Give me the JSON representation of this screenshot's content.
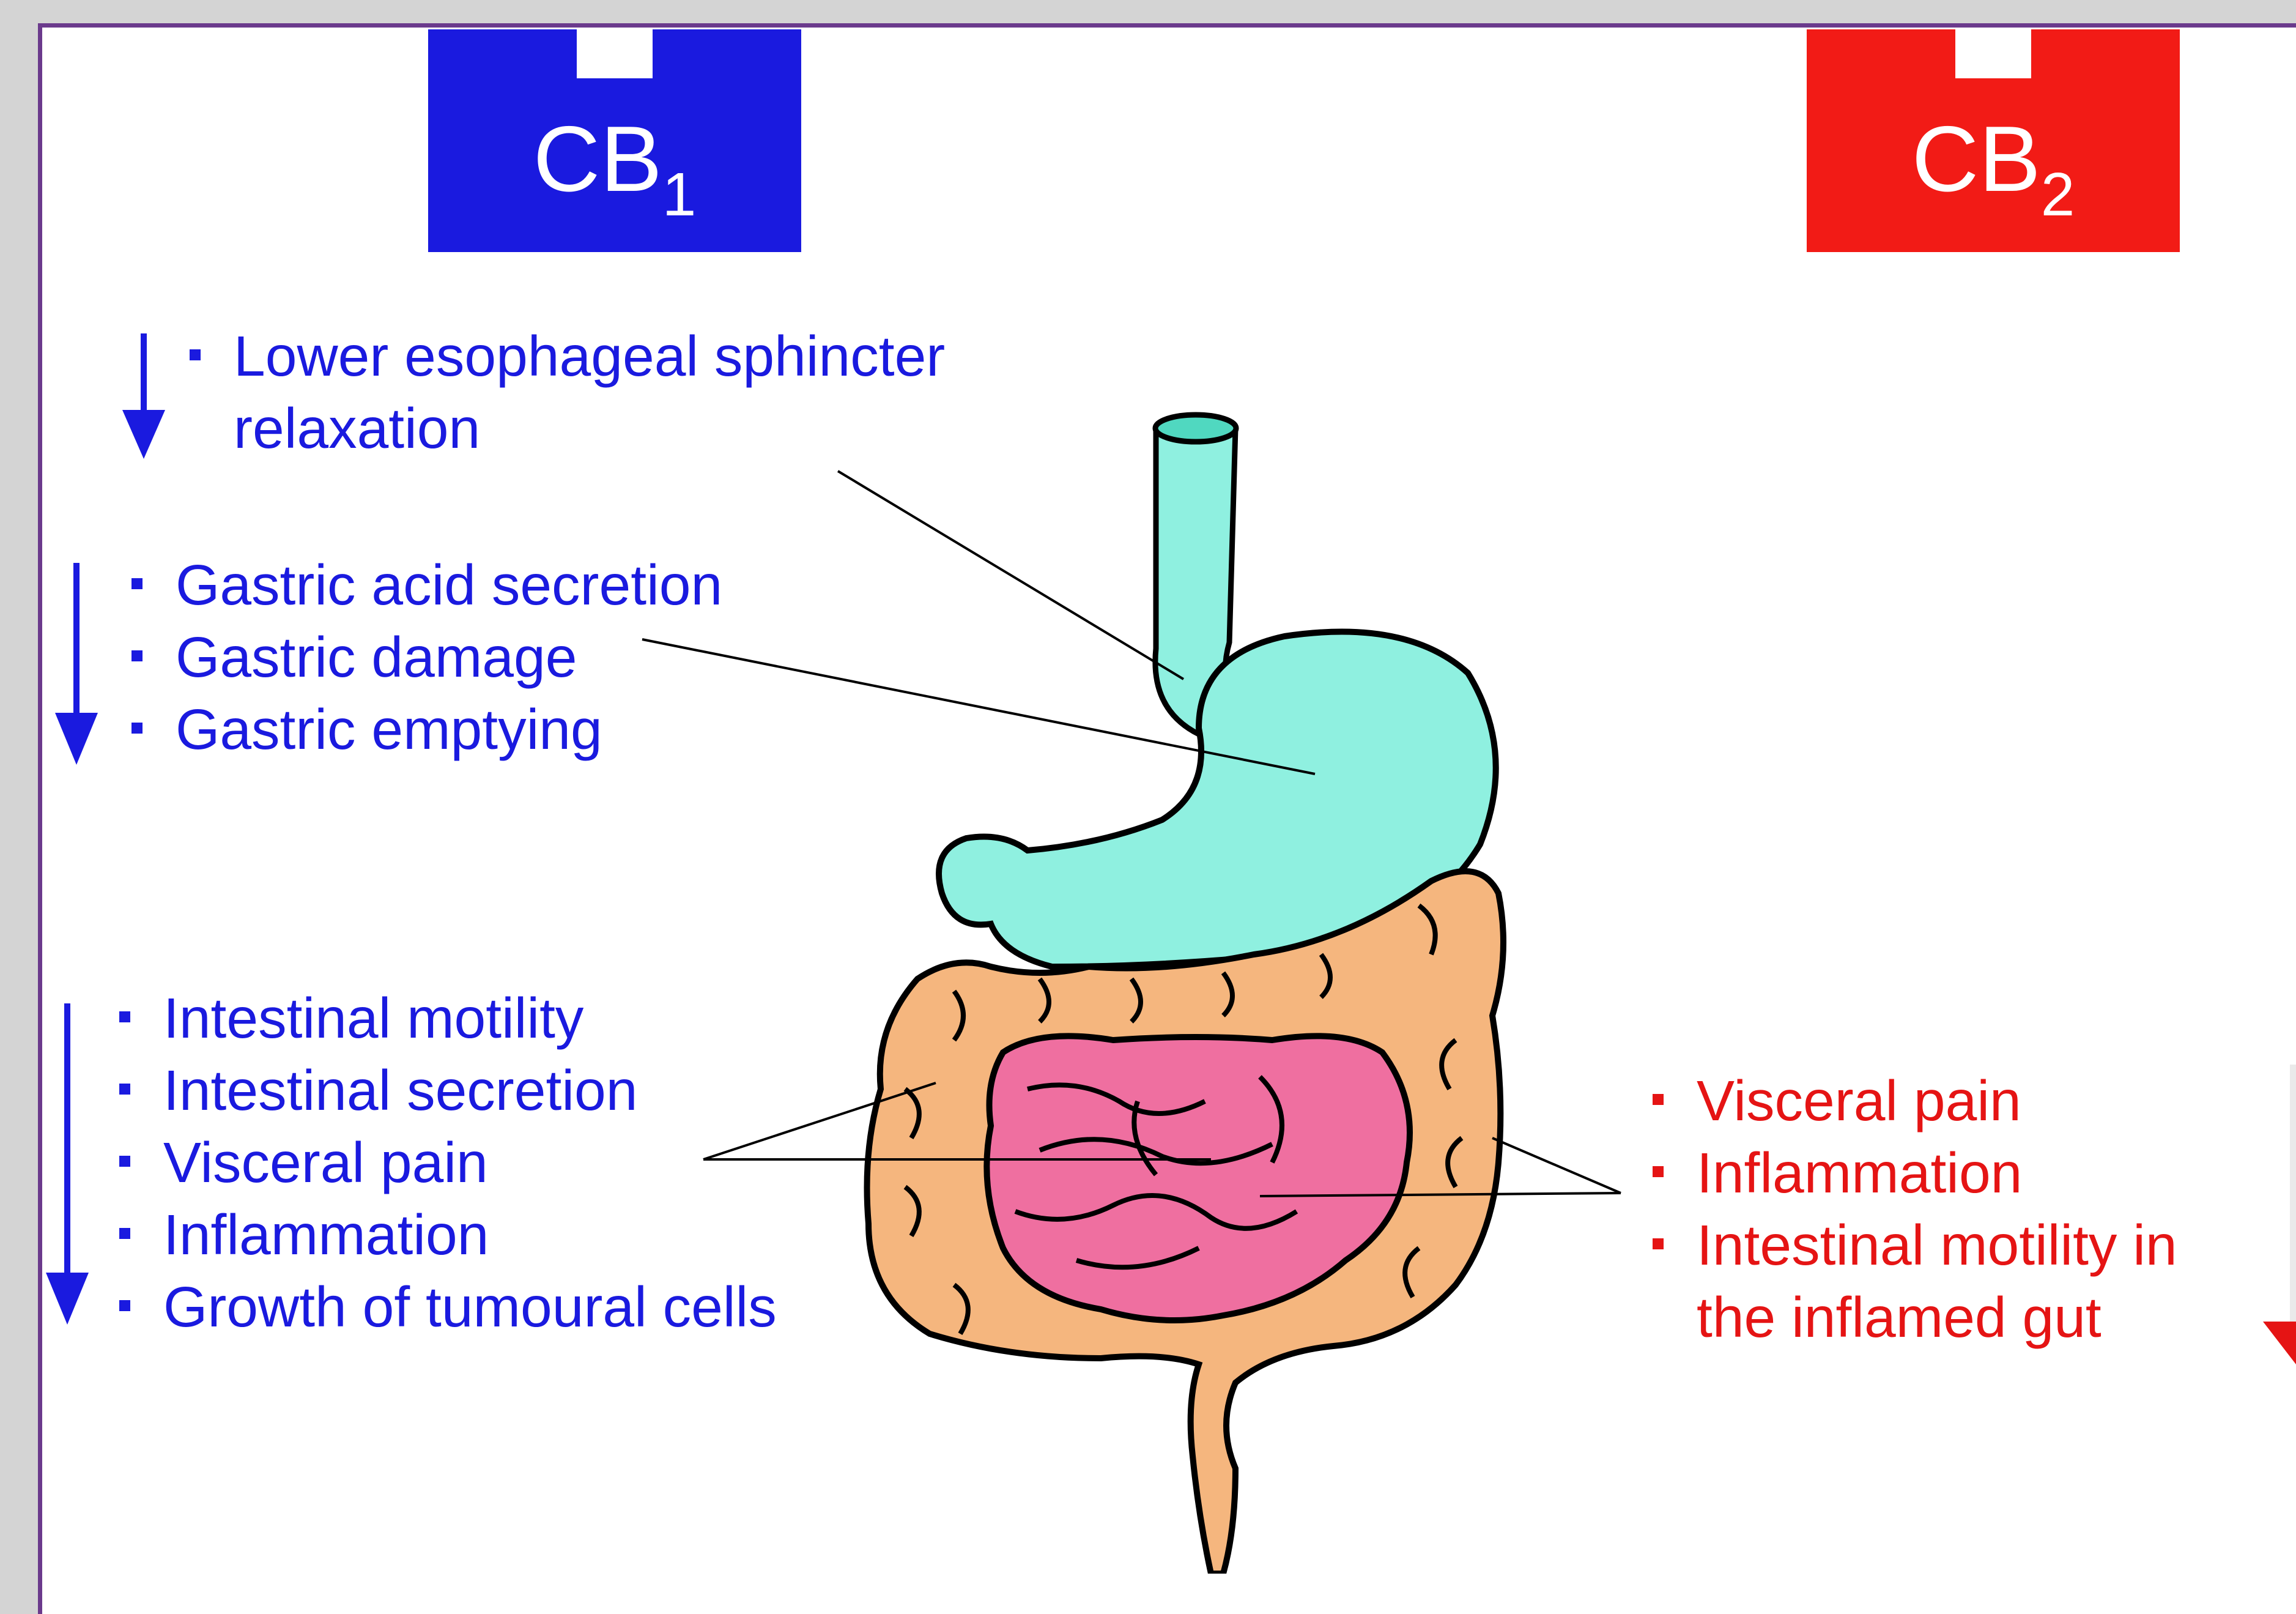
{
  "receptors": {
    "cb1": {
      "label": "CB",
      "subscript": "1",
      "color": "#1a1adf"
    },
    "cb2": {
      "label": "CB",
      "subscript": "2",
      "color": "#f21b16"
    }
  },
  "effects": {
    "esophagus": [
      "Lower esophageal sphincter relaxation"
    ],
    "stomach": [
      "Gastric acid secretion",
      "Gastric damage",
      "Gastric emptying"
    ],
    "intestine_cb1": [
      "Intestinal motility",
      "Intestinal secretion",
      "Visceral pain",
      "Inflammation",
      "Growth of tumoural cells"
    ],
    "intestine_cb2": [
      "Visceral pain",
      "Inflammation",
      "Intestinal motility in the inflamed gut"
    ]
  },
  "direction": {
    "cb1": "down-arrow-icon",
    "cb2": "down-arrow-icon"
  },
  "colors": {
    "stomach": "#8ff0e0",
    "colon": "#f5b67e",
    "small_intestine": "#ef6fa0",
    "frame": "#6b3a8c"
  }
}
